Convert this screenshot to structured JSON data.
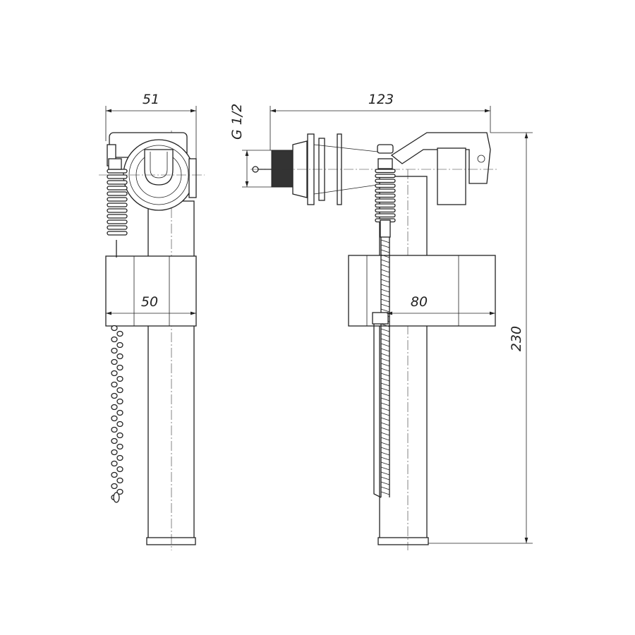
{
  "drawing": {
    "dimensions": {
      "left_width": "51",
      "left_float_width": "50",
      "thread": "G 1/2",
      "overall_length": "123",
      "right_float_width": "80",
      "height": "230"
    },
    "line_color": "#222222",
    "background": "#ffffff"
  }
}
